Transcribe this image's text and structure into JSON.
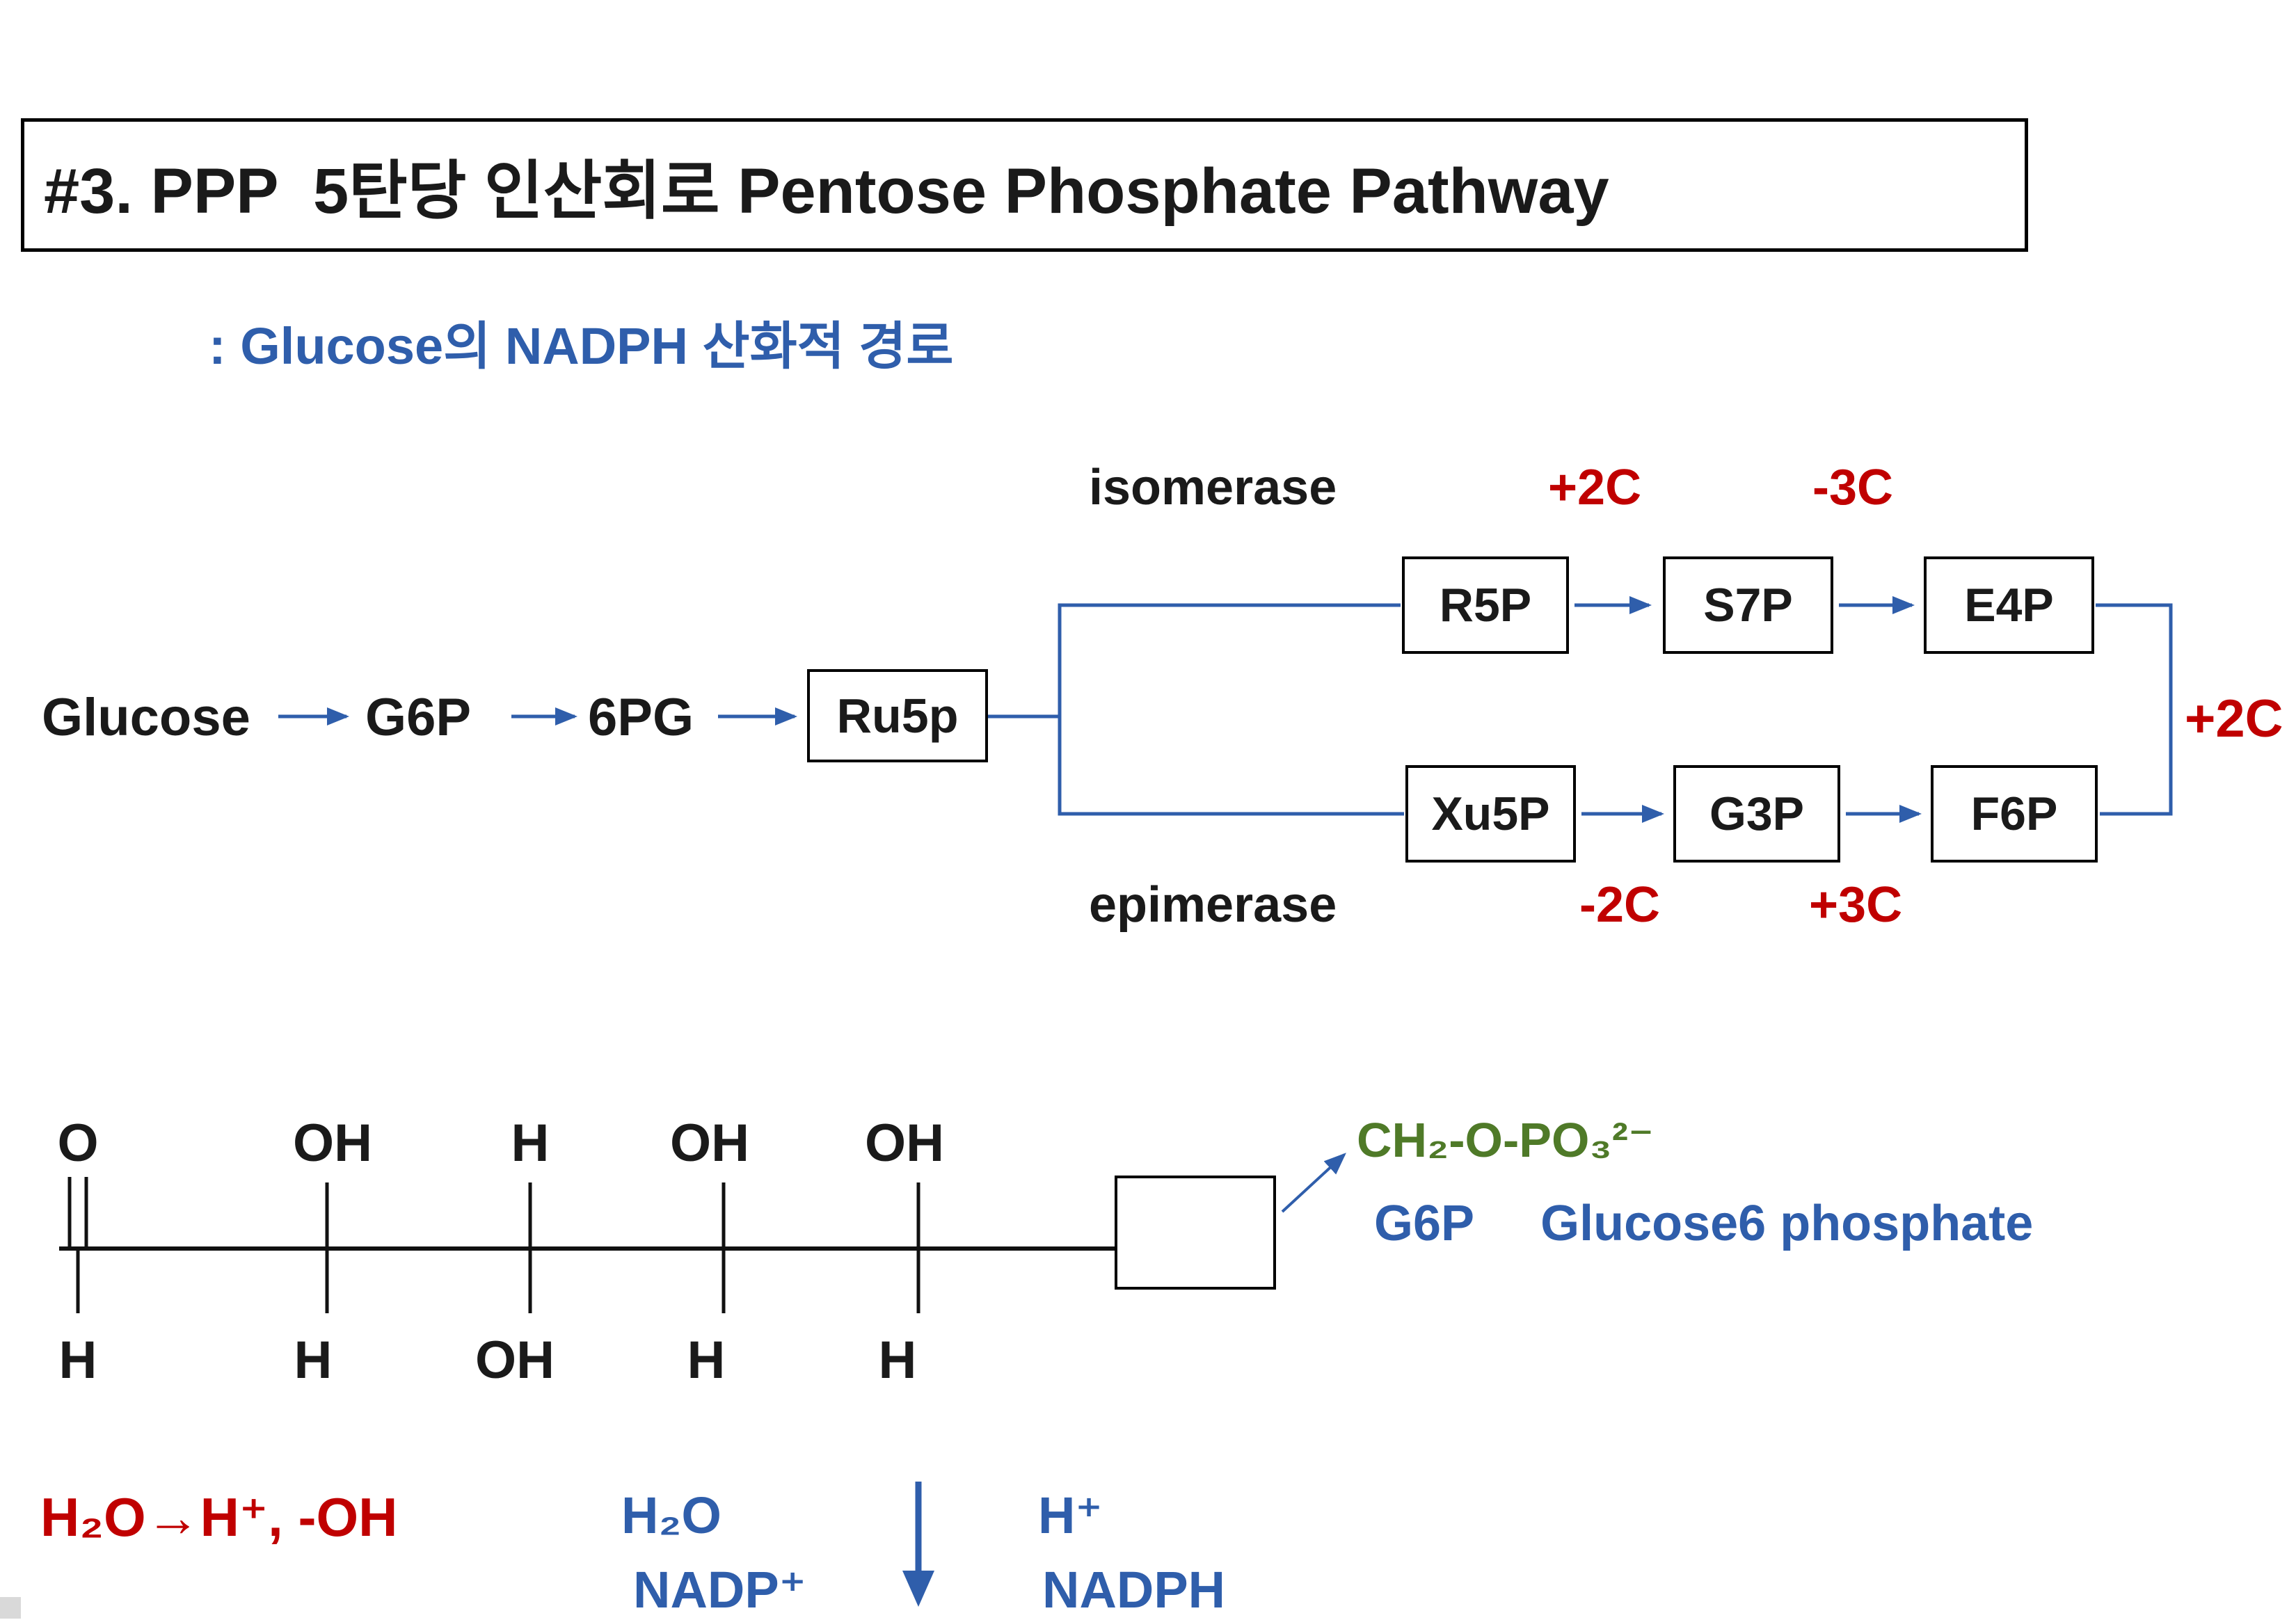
{
  "slide": {
    "title": "#3. PPP  5탄당 인산회로 Pentose Phosphate Pathway",
    "subtitle": ": Glucose의 NADPH 산화적 경로"
  },
  "pathway": {
    "chain": [
      "Glucose",
      "G6P",
      "6PG",
      "Ru5p"
    ],
    "top": {
      "enzyme": "isomerase",
      "delta1": "+2C",
      "delta2": "-3C",
      "nodes": [
        "R5P",
        "S7P",
        "E4P"
      ]
    },
    "bottom": {
      "enzyme": "epimerase",
      "delta1": "-2C",
      "delta2": "+3C",
      "nodes": [
        "Xu5P",
        "G3P",
        "F6P"
      ]
    },
    "right_delta": "+2C"
  },
  "structure": {
    "top_atoms": [
      "O",
      "OH",
      "H",
      "OH",
      "OH"
    ],
    "bottom_atoms": [
      "H",
      "H",
      "OH",
      "H",
      "H"
    ],
    "phosphate_group": "CH₂-O-PO₃²⁻",
    "abbr": "G6P",
    "name": "Glucose6 phosphate"
  },
  "reaction": {
    "hydrolysis": "H₂O→H⁺, -OH",
    "in_top": "H₂O",
    "in_bottom": "NADP⁺",
    "out_top": "H⁺",
    "out_bottom": "NADPH"
  },
  "colors": {
    "blue": "#2f5eab",
    "red": "#c00000",
    "green": "#4f7a28",
    "ink": "#1a1a1a"
  }
}
